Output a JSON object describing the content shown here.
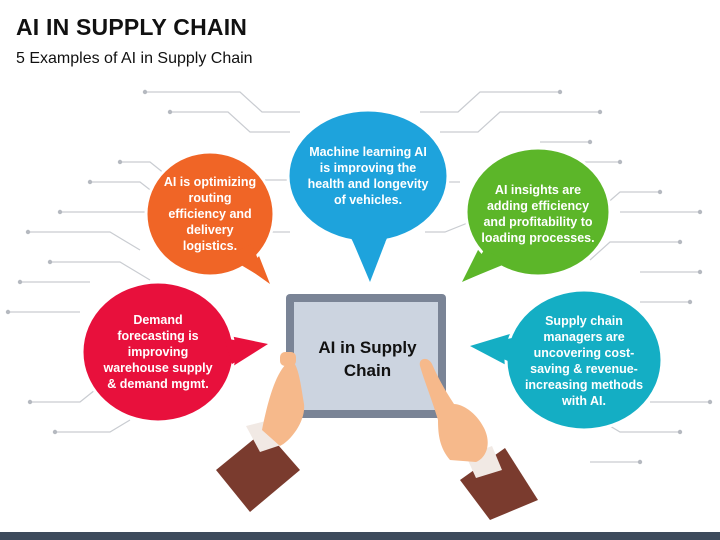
{
  "header": {
    "title": "AI IN SUPPLY CHAIN",
    "subtitle": "5 Examples of AI in Supply Chain"
  },
  "center": {
    "label": "AI in Supply Chain"
  },
  "bubbles": [
    {
      "id": "top",
      "color": "#1ea3dc",
      "text": "Machine learning AI is improving the health and longevity of vehicles."
    },
    {
      "id": "upper-left",
      "color": "#f06526",
      "text": "AI is optimizing routing efficiency and delivery logistics."
    },
    {
      "id": "upper-right",
      "color": "#5cb629",
      "text": "AI insights are adding efficiency and profitability to loading processes."
    },
    {
      "id": "lower-left",
      "color": "#e8103c",
      "text": "Demand forecasting is improving warehouse supply & demand mgmt."
    },
    {
      "id": "lower-right",
      "color": "#14aec4",
      "text": "Supply chain managers are uncovering cost-saving & revenue-increasing methods with AI."
    }
  ],
  "colors": {
    "circuit_lines": "#c9ccd1",
    "tablet_frame": "#7a8496",
    "tablet_screen": "#ccd4e0",
    "skin": "#f6b98b",
    "sleeve": "#7a3b2e"
  }
}
